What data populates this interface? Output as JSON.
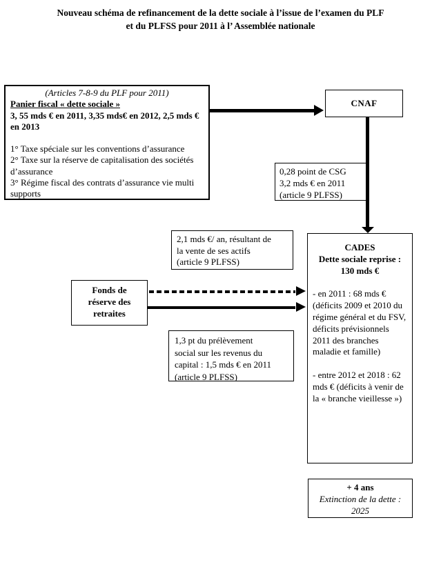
{
  "title": {
    "line1": "Nouveau schéma de refinancement de la dette sociale à l’issue de l’examen du PLF",
    "line2": "et du PLFSS pour 2011 à l’ Assemblée nationale"
  },
  "panier": {
    "header": "(Articles 7-8-9 du PLF pour 2011)",
    "heading": "Panier fiscal « dette sociale »",
    "amounts": "3, 55 mds € en 2011, 3,35 mds€ en 2012, 2,5 mds € en 2013",
    "items": [
      "1° Taxe spéciale sur les conventions d’assurance",
      "2° Taxe sur la réserve de capitalisation des sociétés d’assurance",
      "3° Régime fiscal des contrats d’assurance vie multi supports"
    ]
  },
  "cnaf": {
    "label": "CNAF"
  },
  "csg": {
    "lines": [
      "0,28 point de CSG",
      "3,2 mds € en 2011",
      "(article 9 PLFSS)"
    ]
  },
  "vente_actifs": {
    "lines": [
      "2,1 mds €/ an, résultant de",
      "la vente de ses actifs",
      "(article 9 PLFSS)"
    ]
  },
  "frr": {
    "lines": [
      "Fonds de",
      "réserve des",
      "retraites"
    ]
  },
  "prelevement": {
    "lines": [
      "1,3 pt du prélèvement",
      "social sur les revenus du",
      "capital : 1,5 mds € en 2011",
      "(article 9 PLFSS)"
    ]
  },
  "cades": {
    "title": "CADES",
    "subtitle": "Dette sociale reprise :",
    "amount": "130 mds €",
    "para1": "- en 2011 : 68 mds € (déficits 2009 et 2010 du régime général et du FSV, déficits prévisionnels 2011 des branches maladie et famille)",
    "para2": "- entre 2012 et 2018 : 62 mds € (déficits à venir de la « branche vieillesse »)"
  },
  "extinction": {
    "header": "+ 4 ans",
    "line1": "Extinction de la dette :",
    "line2": "2025"
  },
  "colors": {
    "ink": "#000000",
    "background": "#ffffff"
  }
}
